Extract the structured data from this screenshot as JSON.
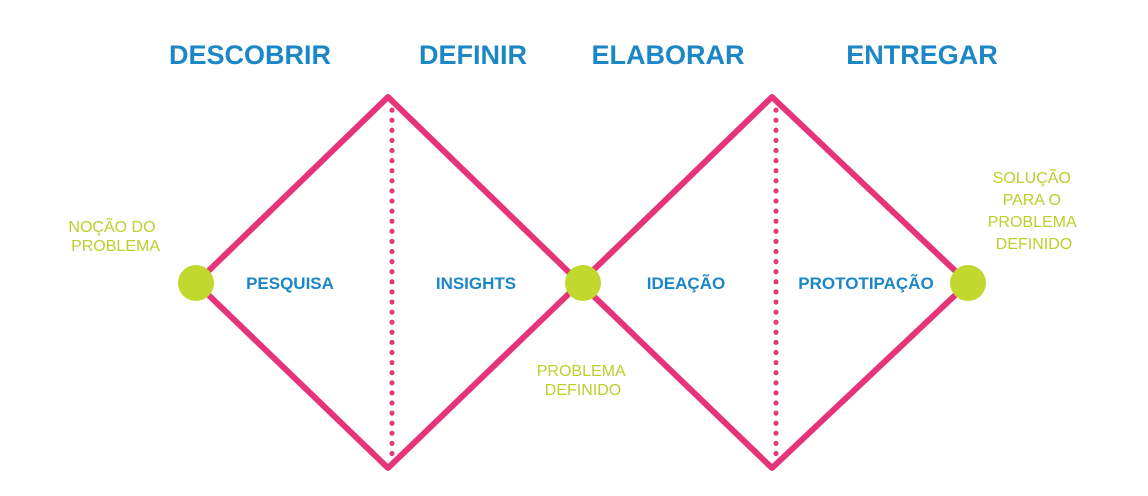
{
  "colors": {
    "background": "#ffffff",
    "phase_text": "#1b87c6",
    "activity_text": "#1b87c6",
    "diamond_stroke": "#e6347a",
    "milestone_dot": "#c1d82f",
    "milestone_text": "#bccf2c"
  },
  "phases": {
    "discover": "DESCOBRIR",
    "define": "DEFINIR",
    "develop": "ELABORAR",
    "deliver": "ENTREGAR"
  },
  "activities": {
    "research": "PESQUISA",
    "insights": "INSIGHTS",
    "ideation": "IDEAÇÃO",
    "prototyping": "PROTOTIPAÇÃO"
  },
  "milestones": {
    "start": [
      "NOÇÃO DO",
      "PROBLEMA"
    ],
    "middle": [
      "PROBLEMA",
      "DEFINIDO"
    ],
    "end": [
      "SOLUÇÃO",
      "PARA O",
      "PROBLEMA",
      "DEFINIDO"
    ]
  }
}
